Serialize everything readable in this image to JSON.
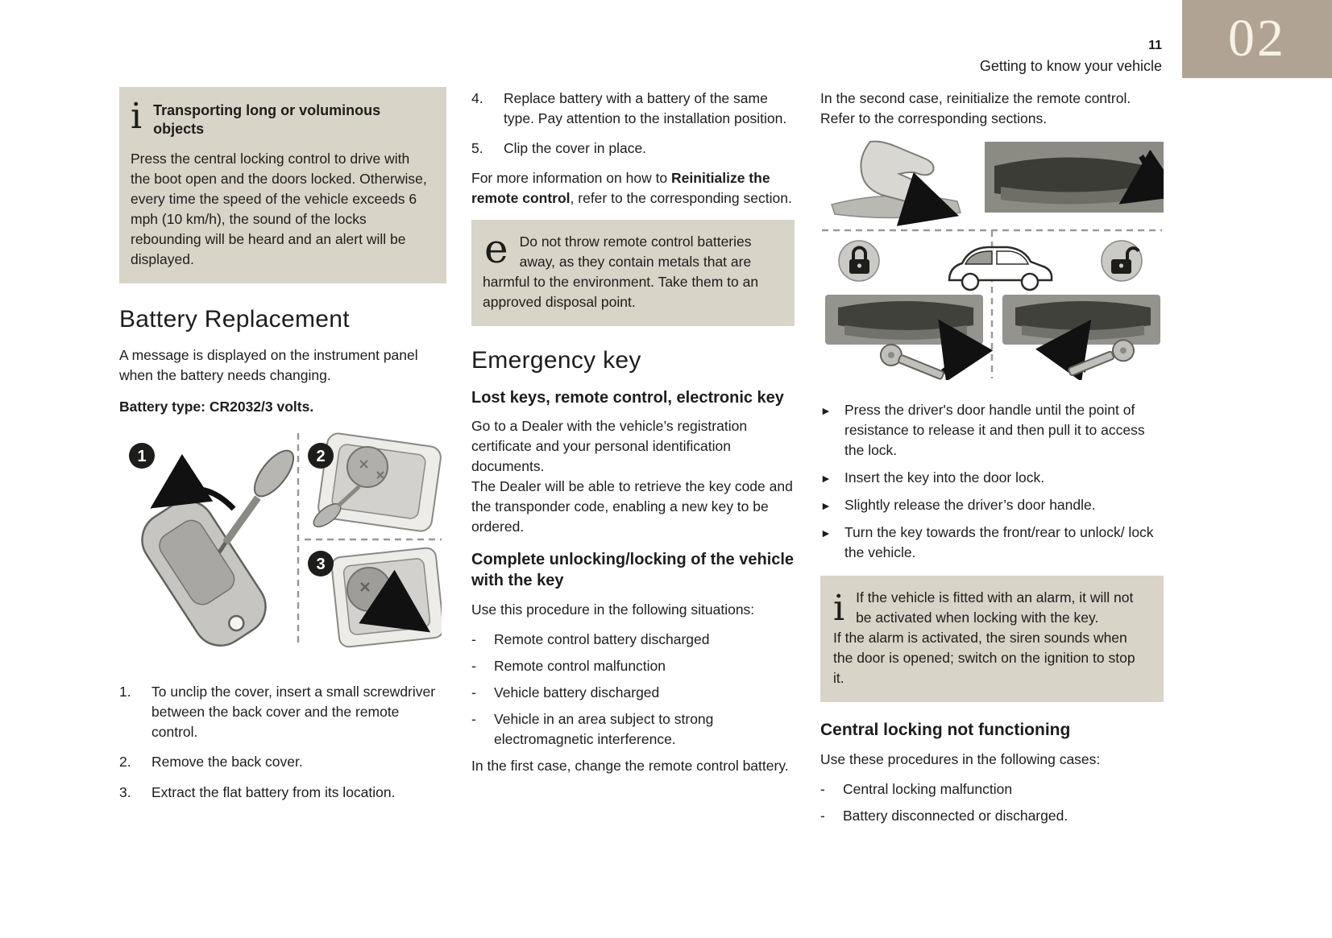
{
  "page": {
    "number": "11",
    "chapter": "02",
    "section_title": "Getting to know your vehicle"
  },
  "icons": {
    "info": "i",
    "recycle": "e",
    "arrow": "►",
    "dash": "-"
  },
  "col1": {
    "info_box": {
      "title": "Transporting long or voluminous objects",
      "body": "Press the central locking control to drive with the boot open and the doors locked. Otherwise, every time the speed of the vehicle exceeds 6 mph (10 km/h), the sound of the locks rebounding will be heard and an alert will be displayed."
    },
    "heading": "Battery Replacement",
    "intro": "A message is displayed on the instrument panel when the battery needs changing.",
    "battery_type": "Battery type: CR2032/3 volts.",
    "steps": [
      {
        "num": "1.",
        "text": "To unclip the cover, insert a small screwdriver between the back cover and the remote control."
      },
      {
        "num": "2.",
        "text": "Remove the back cover."
      },
      {
        "num": "3.",
        "text": "Extract the flat battery from its location."
      }
    ]
  },
  "col2": {
    "steps": [
      {
        "num": "4.",
        "text": "Replace battery with a battery of the same type. Pay attention to the installation position."
      },
      {
        "num": "5.",
        "text": "Clip the cover in place."
      }
    ],
    "reinit": {
      "pre": "For more information on how to ",
      "bold": "Reinitialize the remote control",
      "post": ", refer to the corresponding section."
    },
    "recycle_box": "Do not throw remote control batteries away, as they contain metals that are harmful to the environment. Take them to an approved disposal point.",
    "heading": "Emergency key",
    "sub_lost_keys": "Lost keys, remote control, electronic key",
    "lost_keys_p1": "Go to a Dealer with the vehicle’s registration certificate and your personal identification documents.",
    "lost_keys_p2": "The Dealer will be able to retrieve the key code and the transponder code, enabling a new key to be ordered.",
    "sub_unlocking": "Complete unlocking/locking of the vehicle with the key",
    "situations_intro": "Use this procedure in the following situations:",
    "situations": [
      "Remote control battery discharged",
      "Remote control malfunction",
      "Vehicle battery discharged",
      "Vehicle in an area subject to strong electromagnetic interference."
    ],
    "first_case": "In the first case, change the remote control battery."
  },
  "col3": {
    "second_case_1": "In the second case, reinitialize the remote control.",
    "second_case_2": "Refer to the corresponding sections.",
    "procedure": [
      "Press the driver's door handle until the point of resistance to release it and then pull it to access the lock.",
      "Insert the key into the door lock.",
      "Slightly release the driver’s door handle.",
      "Turn the key towards the front/rear to unlock/ lock the vehicle."
    ],
    "alarm_box": {
      "line1": "If the vehicle is fitted with an alarm, it will not be activated when locking with the key.",
      "line2": "If the alarm is activated, the siren sounds when the door is opened; switch on the ignition to stop it."
    },
    "sub_central": "Central locking not functioning",
    "cases_intro": "Use these procedures in the following cases:",
    "cases": [
      "Central locking malfunction",
      "Battery disconnected or discharged."
    ]
  },
  "illustrations": {
    "battery": {
      "labels": [
        "1",
        "2",
        "3"
      ]
    }
  },
  "colors": {
    "note_background": "#d9d4c8",
    "chapter_tab_background": "#b1a394",
    "chapter_tab_text": "#f7f2e6",
    "body_text": "#1d1d1b"
  }
}
